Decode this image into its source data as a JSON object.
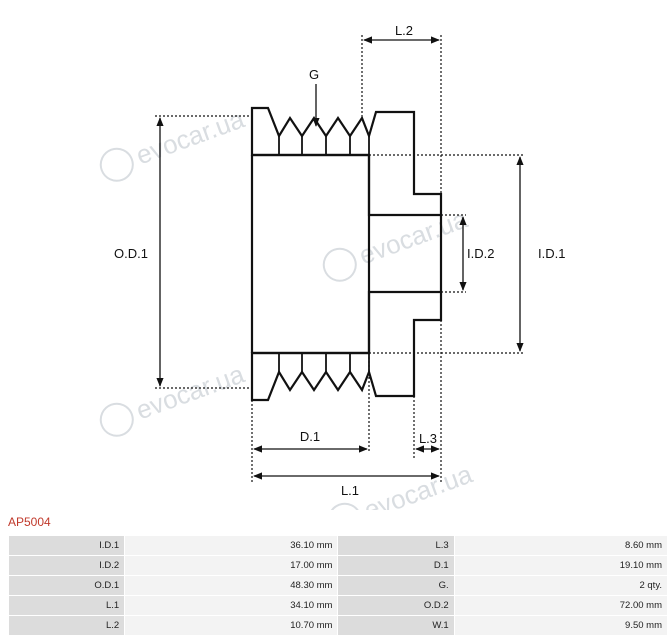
{
  "diagram": {
    "labels": {
      "groove": "G",
      "outer_diameter": "O.D.1",
      "inner_diameter_1": "I.D.1",
      "inner_diameter_2": "I.D.2",
      "length_total": "L.1",
      "length_hub": "L.2",
      "length_step": "L.3",
      "diameter_bore": "D.1"
    },
    "watermark": "evocar.ua"
  },
  "part_code": "AP5004",
  "specs": [
    {
      "label": "I.D.1",
      "value": "36.10 mm",
      "label2": "L.3",
      "value2": "8.60 mm"
    },
    {
      "label": "I.D.2",
      "value": "17.00 mm",
      "label2": "D.1",
      "value2": "19.10 mm"
    },
    {
      "label": "O.D.1",
      "value": "48.30 mm",
      "label2": "G.",
      "value2": "2 qty."
    },
    {
      "label": "L.1",
      "value": "34.10 mm",
      "label2": "O.D.2",
      "value2": "72.00 mm"
    },
    {
      "label": "L.2",
      "value": "10.70 mm",
      "label2": "W.1",
      "value2": "9.50 mm"
    }
  ]
}
